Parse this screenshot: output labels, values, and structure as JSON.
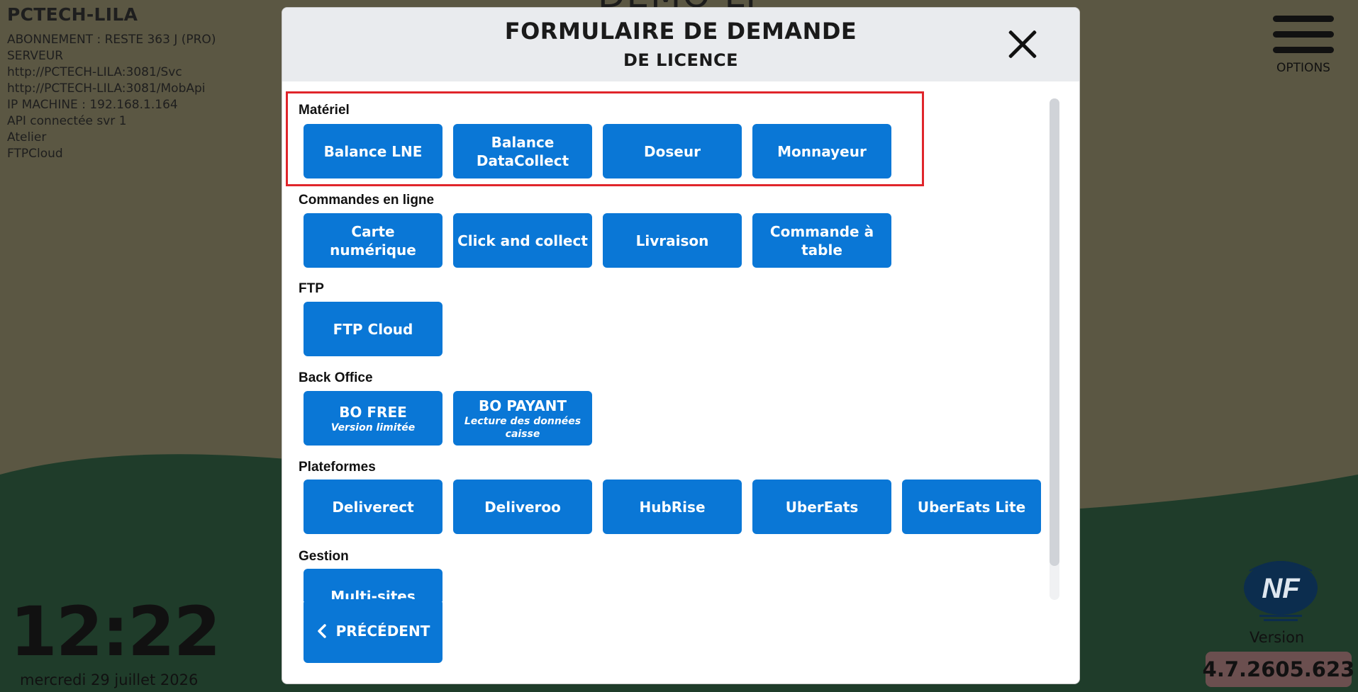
{
  "background": {
    "server_name": "PCTECH-LILA",
    "info_lines": [
      "ABONNEMENT : RESTE 363 J (PRO)",
      "SERVEUR",
      "http://PCTECH-LILA:3081/Svc",
      "http://PCTECH-LILA:3081/MobApi",
      "IP MACHINE : 192.168.1.164",
      "API connectée svr 1",
      "Atelier",
      "FTPCloud"
    ],
    "title_partial": "DEMO LI",
    "options_label": "OPTIONS",
    "clock": "12:22",
    "date": "mercredi 29 juillet 2026",
    "version_label": "Version",
    "version_value": "4.7.2605.623"
  },
  "modal": {
    "title": "FORMULAIRE DE DEMANDE",
    "subtitle": "DE LICENCE",
    "sections": [
      {
        "title": "Matériel",
        "items": [
          {
            "label": "Balance LNE"
          },
          {
            "label": "Balance DataCollect"
          },
          {
            "label": "Doseur"
          },
          {
            "label": "Monnayeur"
          }
        ]
      },
      {
        "title": "Commandes en ligne",
        "items": [
          {
            "label": "Carte numérique"
          },
          {
            "label": "Click and collect"
          },
          {
            "label": "Livraison"
          },
          {
            "label": "Commande à table"
          }
        ]
      },
      {
        "title": "FTP",
        "items": [
          {
            "label": "FTP Cloud"
          }
        ]
      },
      {
        "title": "Back Office",
        "items": [
          {
            "label": "BO FREE",
            "sub": "Version limitée"
          },
          {
            "label": "BO PAYANT",
            "sub": "Lecture des données caisse"
          }
        ]
      },
      {
        "title": "Plateformes",
        "items": [
          {
            "label": "Deliverect"
          },
          {
            "label": "Deliveroo"
          },
          {
            "label": "HubRise"
          },
          {
            "label": "UberEats"
          },
          {
            "label": "UberEats Lite"
          }
        ]
      },
      {
        "title": "Gestion",
        "items": [
          {
            "label": "Multi-sites"
          }
        ]
      }
    ],
    "prev_label": "PRÉCÉDENT"
  },
  "colors": {
    "tile": "#0a77d6",
    "highlight": "#e0252b",
    "hill": "#1f3c2a",
    "backdrop": "#5b5743"
  },
  "icons": {
    "close": "close-icon",
    "menu": "hamburger-icon",
    "prev": "chevron-left-icon",
    "logo": "nf-certification-logo"
  }
}
